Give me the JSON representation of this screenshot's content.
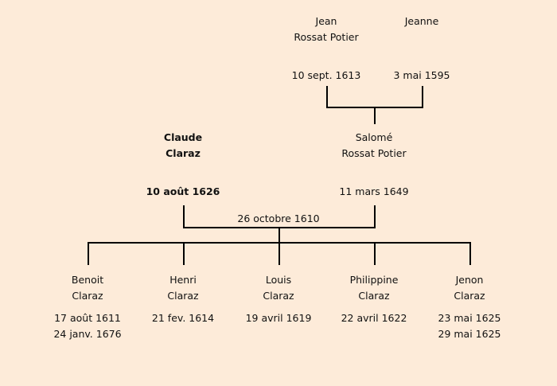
{
  "grandparents": [
    {
      "first": "Jean",
      "last": "Rossat Potier",
      "date": "10 sept. 1613"
    },
    {
      "first": "Jeanne",
      "last": "",
      "date": "3 mai 1595"
    }
  ],
  "parents": [
    {
      "first": "Claude",
      "last": "Claraz",
      "date": "10 août 1626",
      "bold": true
    },
    {
      "first": "Salomé",
      "last": "Rossat Potier",
      "date": "11 mars 1649"
    }
  ],
  "marriage_date": "26 octobre 1610",
  "children": [
    {
      "first": "Benoit",
      "last": "Claraz",
      "date1": "17 août 1611",
      "date2": "24 janv. 1676"
    },
    {
      "first": "Henri",
      "last": "Claraz",
      "date1": "21 fev. 1614",
      "date2": ""
    },
    {
      "first": "Louis",
      "last": "Claraz",
      "date1": "19 avril 1619",
      "date2": ""
    },
    {
      "first": "Philippine",
      "last": "Claraz",
      "date1": "22 avril 1622",
      "date2": ""
    },
    {
      "first": "Jenon",
      "last": "Claraz",
      "date1": "23 mai 1625",
      "date2": "29 mai 1625"
    }
  ]
}
